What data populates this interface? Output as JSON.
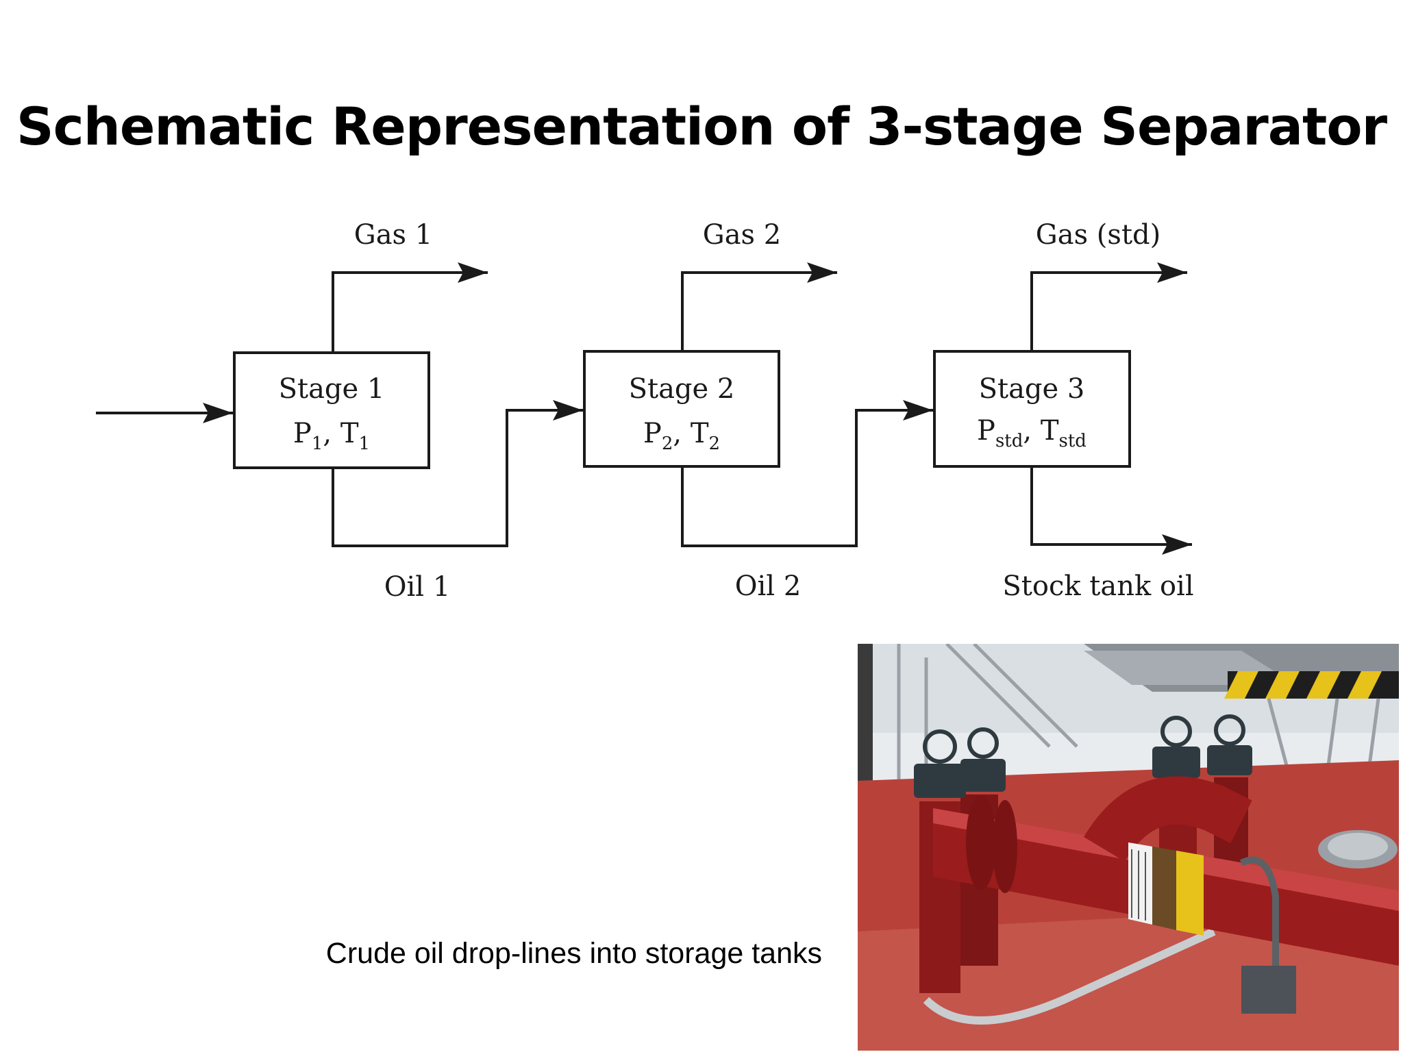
{
  "slide": {
    "title": "Schematic Representation of 3-stage Separator",
    "caption": "Crude oil drop-lines into storage tanks"
  },
  "diagram": {
    "stages": [
      {
        "name": "Stage 1",
        "p": "P",
        "p_sub": "1",
        "t": "T",
        "t_sub": "1"
      },
      {
        "name": "Stage 2",
        "p": "P",
        "p_sub": "2",
        "t": "T",
        "t_sub": "2"
      },
      {
        "name": "Stage 3",
        "p": "P",
        "p_sub": "std",
        "t": "T",
        "t_sub": "std"
      }
    ],
    "gas_outputs": [
      "Gas 1",
      "Gas 2",
      "Gas (std)"
    ],
    "oil_outputs": [
      "Oil 1",
      "Oil 2",
      "Stock tank oil"
    ]
  },
  "photo": {
    "subject": "red crude oil pipes with valves on a deck",
    "colors": {
      "pipe": "#9b1c1c",
      "deck": "#b8423a",
      "sky": "#e8ecee",
      "stripe_yellow": "#e6c21a"
    }
  }
}
